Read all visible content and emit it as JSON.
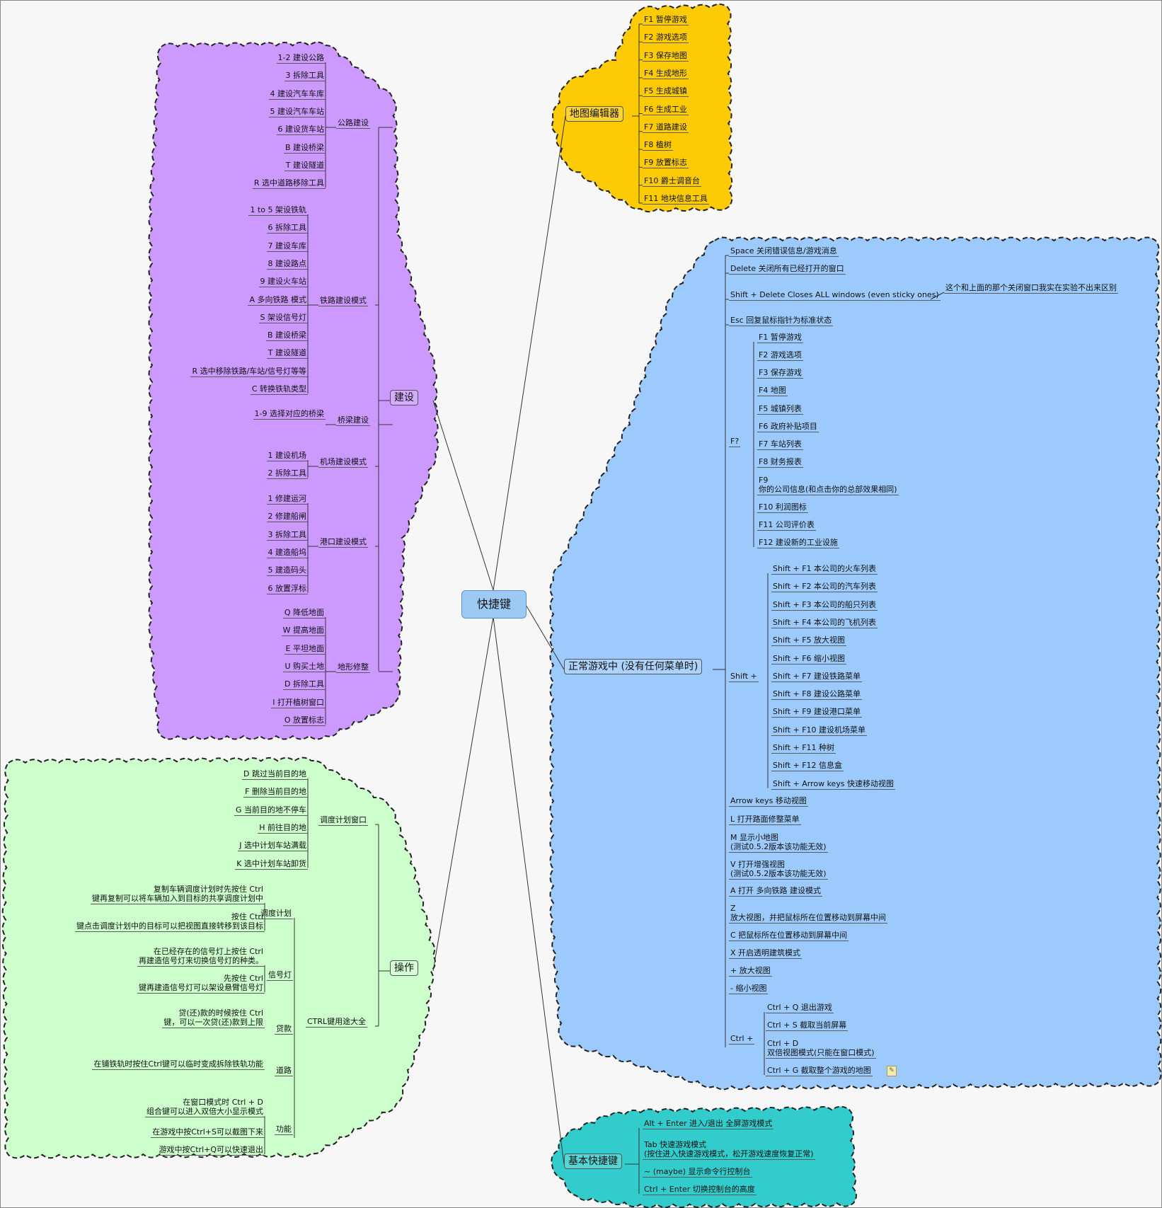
{
  "colors": {
    "editor": "#fccb05",
    "build": "#cc99ff",
    "normal": "#9ccafc",
    "operate": "#ccffcc",
    "basic": "#33cccc",
    "center": "#9ccaf5"
  },
  "icons": [
    "note-icon"
  ],
  "center": "快捷键",
  "editor": {
    "label": "地图编辑器",
    "items": [
      "F1 暂停游戏",
      "F2 游戏选项",
      "F3 保存地图",
      "F4 生成地形",
      "F5 生成城镇",
      "F6 生成工业",
      "F7 道路建设",
      "F8 植树",
      "F9 放置标志",
      "F10 爵士调音台",
      "F11 地块信息工具"
    ]
  },
  "build": {
    "label": "建设",
    "road": {
      "label": "公路建设",
      "items": [
        "1-2 建设公路",
        "3 拆除工具",
        "4 建设汽车车库",
        "5 建设汽车车站",
        "6 建设货车站",
        "B 建设桥梁",
        "T 建设隧道",
        "R 选中道路移除工具"
      ]
    },
    "rail": {
      "label": "铁路建设模式",
      "items": [
        "1 to 5 架设铁轨",
        "6 拆除工具",
        "7 建设车库",
        "8 建设路点",
        "9 建设火车站",
        "A 多向铁路 模式",
        "S 架设信号灯",
        "B 建设桥梁",
        "T 建设隧道",
        "R 选中移除铁路/车站/信号灯等等",
        "C 转换铁轨类型"
      ]
    },
    "bridge": {
      "label": "桥梁建设",
      "items": [
        "1-9 选择对应的桥梁"
      ]
    },
    "airport": {
      "label": "机场建设模式",
      "items": [
        "1 建设机场",
        "2 拆除工具"
      ]
    },
    "port": {
      "label": "港口建设模式",
      "items": [
        "1 修建运河",
        "2 修建船闸",
        "3 拆除工具",
        "4 建造船坞",
        "5 建造码头",
        "6 放置浮标"
      ]
    },
    "terrain": {
      "label": "地形修整",
      "items": [
        "Q 降低地面",
        "W 提高地面",
        "E 平坦地面",
        "U 购买土地",
        "D 拆除工具",
        "I 打开植树窗口",
        "O 放置标志"
      ]
    }
  },
  "operate": {
    "label": "操作",
    "schedule_window": {
      "label": "调度计划窗口",
      "items": [
        "D 跳过当前目的地",
        "F 删除当前目的地",
        "G 当前目的地不停车",
        "H 前往目的地",
        "J 选中计划车站满载",
        "K 选中计划车站卸货"
      ]
    },
    "ctrl": {
      "label": "CTRL键用途大全",
      "schedule": {
        "label": "调度计划",
        "items": [
          "复制车辆调度计划时先按住 Ctrl\n键再复制可以将车辆加入到目标的共享调度计划中",
          "按住 Ctrl\n键点击调度计划中的目标可以把视图直接转移到该目标"
        ]
      },
      "signal": {
        "label": "信号灯",
        "items": [
          "在已经存在的信号灯上按住 Ctrl\n再建造信号灯来切换信号灯的种类。",
          "先按住 Ctrl\n键再建造信号灯可以架设悬臂信号灯"
        ]
      },
      "loan": {
        "label": "贷款",
        "items": [
          "贷(还)款的时候按住 Ctrl\n键，可以一次贷(还)款到上限"
        ]
      },
      "road": {
        "label": "道路",
        "items": [
          "在铺铁轨时按住Ctrl键可以临时变成拆除铁轨功能"
        ]
      },
      "func": {
        "label": "功能",
        "items": [
          "在窗口模式时 Ctrl + D\n组合键可以进入双倍大小显示模式",
          "在游戏中按Ctrl+S可以截图下来",
          "游戏中按Ctrl+Q可以快速退出"
        ]
      }
    }
  },
  "normal": {
    "label": "正常游戏中 (没有任何菜单时)",
    "top": [
      "Space 关闭错误信息/游戏消息",
      "Delete 关闭所有已经打开的窗口",
      "Shift + Delete Closes ALL windows (even sticky ones)",
      "Esc 回复鼠标指针为标准状态"
    ],
    "shift_delete_note": "这个和上面的那个关闭窗口我实在实验不出来区别",
    "f": {
      "label": "F?",
      "items": [
        "F1 暂停游戏",
        "F2 游戏选项",
        "F3 保存游戏",
        "F4 地图",
        "F5 城镇列表",
        "F6 政府补贴项目",
        "F7 车站列表",
        "F8 财务报表",
        "F9\n你的公司信息(和点击你的总部效果相同)",
        "F10 利润图标",
        "F11 公司评价表",
        "F12 建设新的工业设施"
      ]
    },
    "shift": {
      "label": "Shift +",
      "items": [
        "Shift + F1 本公司的火车列表",
        "Shift + F2 本公司的汽车列表",
        "Shift + F3 本公司的船只列表",
        "Shift + F4 本公司的飞机列表",
        "Shift + F5 放大视图",
        "Shift + F6 缩小视图",
        "Shift + F7 建设铁路菜单",
        "Shift + F8 建设公路菜单",
        "Shift + F9 建设港口菜单",
        "Shift + F10 建设机场菜单",
        "Shift + F11 种树",
        "Shift + F12 信息盒",
        "Shift + Arrow keys 快速移动视图"
      ]
    },
    "misc": [
      "Arrow keys 移动视图",
      "L 打开路面修整菜单",
      "M 显示小地图\n(测试0.5.2版本该功能无效)",
      "V 打开增强视图\n(测试0.5.2版本该功能无效)",
      "A 打开 多向铁路 建设模式",
      "Z\n放大视图，并把鼠标所在位置移动到屏幕中间",
      "C 把鼠标所在位置移动到屏幕中间",
      "X 开启透明建筑模式",
      "+ 放大视图",
      "- 缩小视图"
    ],
    "ctrl": {
      "label": "Ctrl +",
      "items": [
        "Ctrl + Q 退出游戏",
        "Ctrl + S 截取当前屏幕",
        "Ctrl + D\n双倍视图模式(只能在窗口模式)",
        "Ctrl + G 截取整个游戏的地图"
      ]
    }
  },
  "basic": {
    "label": "基本快捷键",
    "items": [
      "Alt + Enter 进入/退出 全屏游戏模式",
      "Tab 快速游戏模式\n(按住进入快速游戏模式，松开游戏速度恢复正常)",
      "~ (maybe) 显示命令行控制台",
      "Ctrl + Enter 切换控制台的高度"
    ]
  }
}
